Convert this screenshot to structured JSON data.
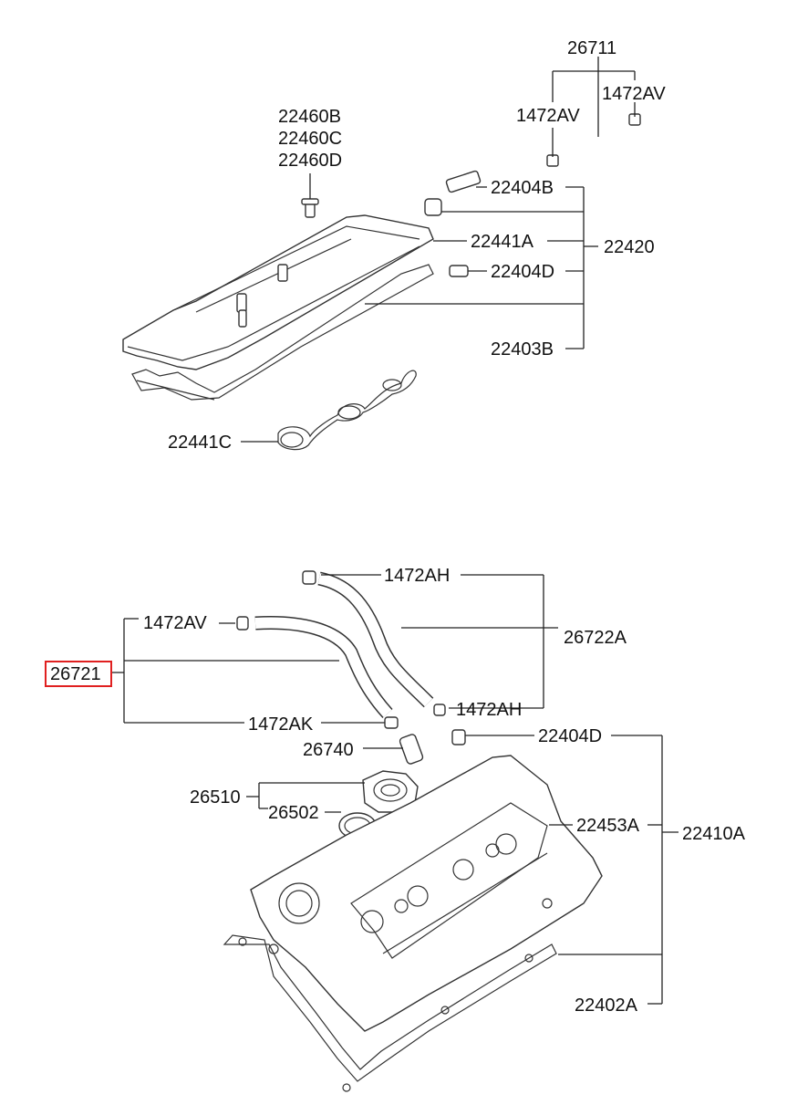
{
  "diagram": {
    "highlight_color": "#e02020",
    "highlighted_part": "26721",
    "upper_assembly": {
      "labels": {
        "hose_top": "26711",
        "clamp_left": "1472AV",
        "clamp_right": "1472AV",
        "bolt_b": "22460B",
        "bolt_c": "22460C",
        "bolt_d": "22460D",
        "nipple_b": "22404B",
        "gasket_a": "22441A",
        "cover_assy": "22420",
        "nipple_d": "22404D",
        "gasket_b": "22403B",
        "gasket_c": "22441C"
      }
    },
    "lower_assembly": {
      "labels": {
        "clamp_ah_top": "1472AH",
        "clamp_av": "1472AV",
        "hose_a": "26722A",
        "hose_highlight": "26721",
        "clamp_ah_bottom": "1472AH",
        "clamp_ak": "1472AK",
        "nipple_d": "22404D",
        "pipe": "26740",
        "cap_assy": "26510",
        "cap_seal": "26502",
        "gasket_a": "22453A",
        "cover_assy": "22410A",
        "gasket_b": "22402A"
      }
    }
  }
}
